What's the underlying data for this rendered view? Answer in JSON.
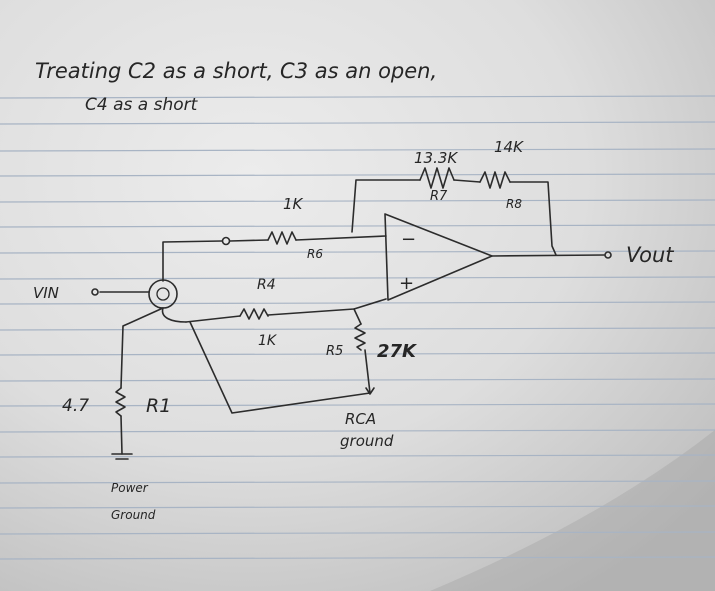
{
  "notes": {
    "line1": "Treating C2 as a short, C3 as an open,",
    "line2": "C4 as a short"
  },
  "labels": {
    "vin": "VIN",
    "vout": "Vout",
    "r1_value": "4.7",
    "r1_name": "R1",
    "r4_name": "R4",
    "r4_value": "1K",
    "r5_name": "R5",
    "r5_value": "27K",
    "r6_value": "1K",
    "r6_name": "R6",
    "r7_value": "13.3K",
    "r7_name": "R7",
    "r8_value": "14K",
    "r8_name": "R8",
    "opamp_minus": "−",
    "opamp_plus": "+",
    "rca_ground_line1": "RCA",
    "rca_ground_line2": "ground",
    "power_ground_line1": "Power",
    "power_ground_line2": "Ground"
  }
}
